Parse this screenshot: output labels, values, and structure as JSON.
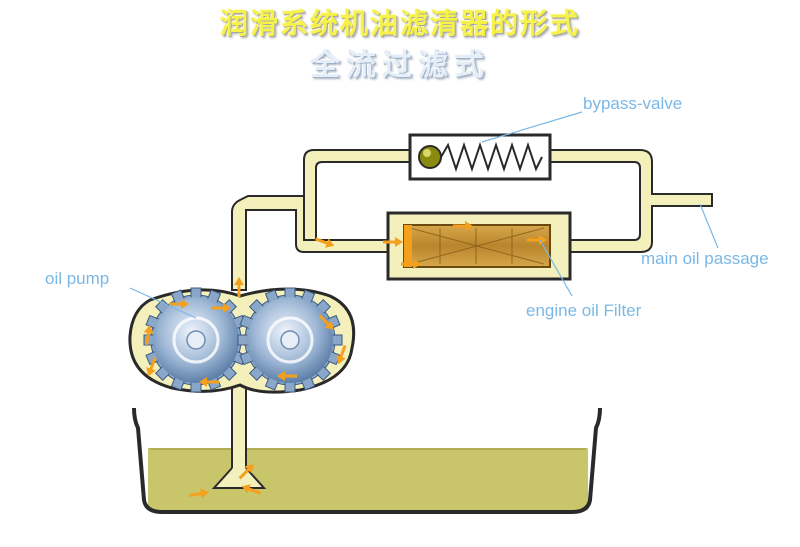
{
  "title": "润滑系统机油滤清器的形式",
  "subtitle": "全流过滤式",
  "labels": {
    "bypass_valve": "bypass-valve",
    "oil_pump": "oil pump",
    "main_oil_passage": "main oil passage",
    "engine_oil_filter": "engine oil Filter"
  },
  "colors": {
    "pipe_fill": "#f3f0bc",
    "pipe_outline": "#2a2a2a",
    "oil_sump": "#c9c56a",
    "arrow": "#f4a01c",
    "label": "#7ab8e6",
    "filter_element": "#c5953a"
  }
}
